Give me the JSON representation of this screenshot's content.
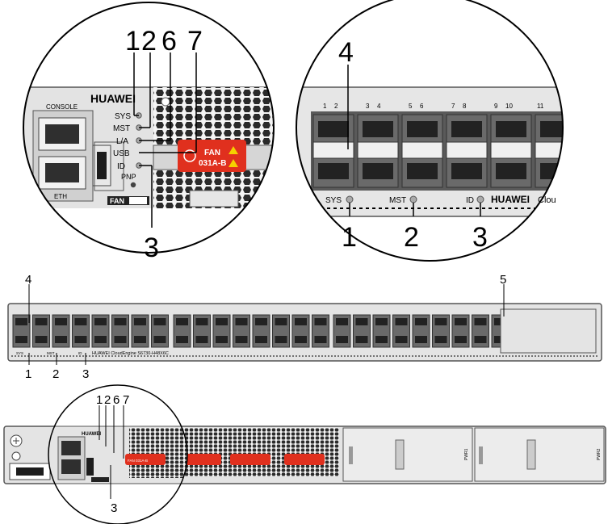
{
  "front_zoom": {
    "brand": "HUAWEI",
    "leds": [
      "SYS",
      "MST",
      "ID"
    ],
    "callout_top": "4",
    "callouts_bottom": [
      "1",
      "2",
      "3"
    ],
    "port_numbers": [
      "1",
      "2",
      "3",
      "4",
      "5",
      "6",
      "7",
      "8",
      "9",
      "10",
      "11"
    ],
    "clipped_text": "Clou"
  },
  "rear_zoom": {
    "brand": "HUAWEI",
    "console_label": "CONSOLE",
    "eth_label": "ETH",
    "leds": [
      "SYS",
      "MST",
      "L/A",
      "USB",
      "ID",
      "PNP"
    ],
    "fan_label": "FAN",
    "fan_badge_line1": "FAN",
    "fan_badge_line2": "031A-B",
    "callouts_top": [
      "1",
      "2",
      "6",
      "7"
    ],
    "callout_bottom": "3"
  },
  "front_panel": {
    "model": "HUAWEI  CloudEngine S6730-H48X6C",
    "callout_ports": "4",
    "callout_uplinks": "5",
    "callouts_bottom": [
      "1",
      "2",
      "3"
    ],
    "led_labels": [
      "SYS",
      "MST",
      "ID"
    ]
  },
  "rear_panel": {
    "brand": "HUAWEI",
    "callouts_top": [
      "1",
      "2",
      "6",
      "7"
    ],
    "callout_bottom": "3",
    "psu_labels": [
      "PWR1",
      "PWR2"
    ],
    "fan_badge": "FAN 031A-B"
  }
}
